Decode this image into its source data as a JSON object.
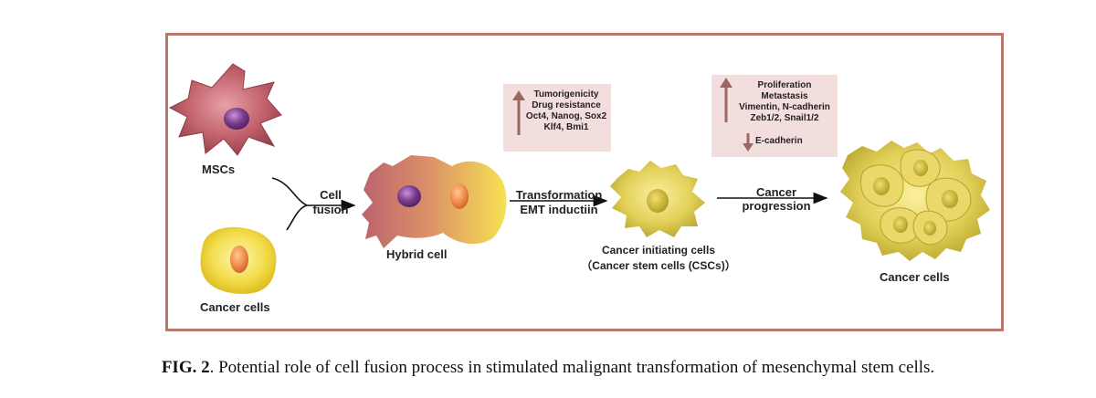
{
  "diagram": {
    "msc_label": "MSCs",
    "cancer_cells_left_label": "Cancer cells",
    "cell_fusion_label": [
      "Cell",
      "fusion"
    ],
    "hybrid_cell_label": "Hybrid cell",
    "transformation_label": [
      "Transformation",
      "EMT inductiin"
    ],
    "csc_label": [
      "Cancer initiating cells",
      "（Cancer stem cells (CSCs)）"
    ],
    "progression_label": [
      "Cancer",
      "progression"
    ],
    "cancer_cells_right_label": "Cancer cells",
    "box1_items": [
      "Tumorigenicity",
      "Drug resistance",
      "Oct4, Nanog, Sox2",
      "Klf4, Bmi1"
    ],
    "box2_up_items": [
      "Proliferation",
      "Metastasis",
      "Vimentin, N-cadherin",
      "Zeb1/2, Snail1/2"
    ],
    "box2_down_item": "E-cadherin"
  },
  "caption": {
    "prefix": "FIG. 2",
    "text": ". Potential role of cell fusion process in stimulated malignant transformation of mesenchymal stem cells."
  },
  "colors": {
    "frame": "#b9776c",
    "msc_cell": "#b5505c",
    "nucleus": "#7a3a8c",
    "cancer_yellow": "#e8d040",
    "arrow_box_bg": "#f3dede",
    "indicator_arrow": "#9e6660"
  }
}
